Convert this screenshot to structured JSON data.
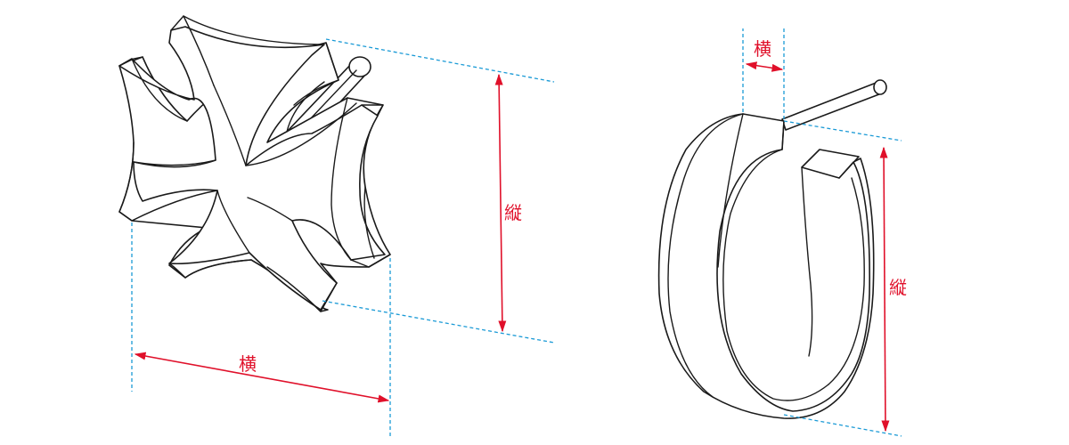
{
  "colors": {
    "outline": "#1a1a1a",
    "guide": "#1a9ad6",
    "dimension": "#e0102a"
  },
  "cross_pendant": {
    "width_label": "横",
    "height_label": "縦"
  },
  "ring_pendant": {
    "width_label": "横",
    "height_label": "縦"
  }
}
